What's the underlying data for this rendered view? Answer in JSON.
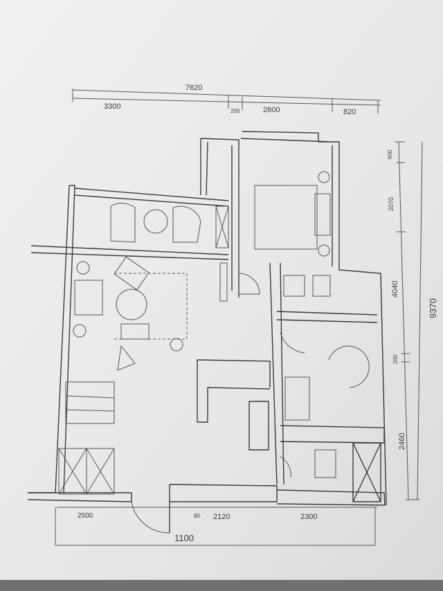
{
  "drawing": {
    "type": "hand-drawn apartment floor plan",
    "top_dimensions": {
      "overall": "7620",
      "segments": [
        "3300",
        "200",
        "2600",
        "820"
      ]
    },
    "right_dimensions": {
      "overall": "9370",
      "segments": [
        "600",
        "2070",
        "4040",
        "200",
        "2460"
      ]
    },
    "bottom_dimensions": {
      "overall": "1100",
      "segments": [
        "2500",
        "80",
        "2120",
        "2300"
      ]
    },
    "colors": {
      "paper": "#e9eaea",
      "ink": "#3a3a3a",
      "background": "#9a9c9b"
    }
  }
}
